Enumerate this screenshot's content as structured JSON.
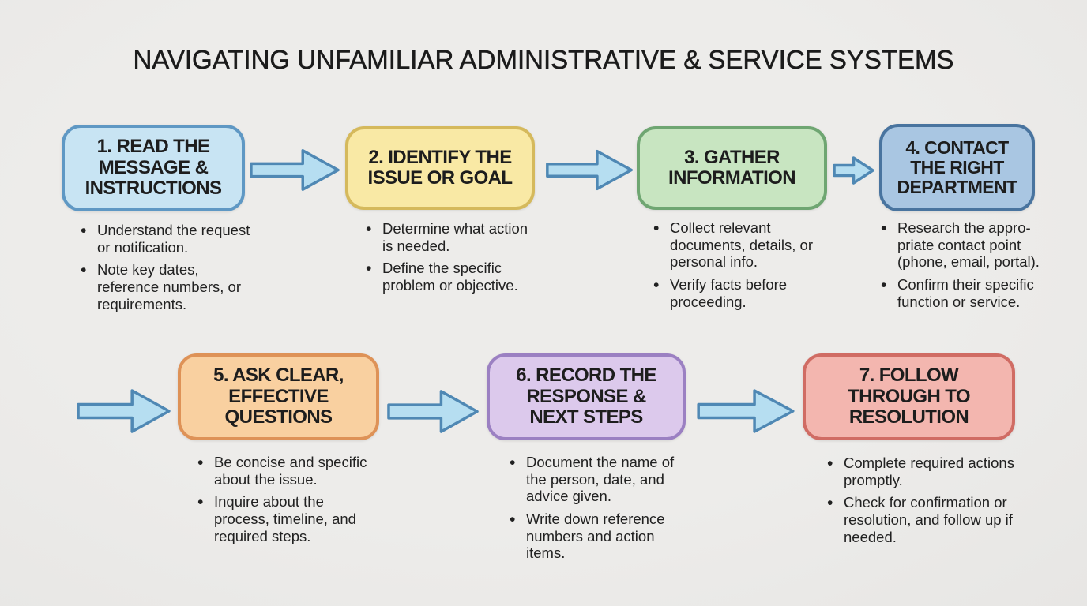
{
  "title": "NAVIGATING UNFAMILIAR ADMINISTRATIVE & SERVICE SYSTEMS",
  "palette": {
    "page_bg": "#e7e6e4",
    "panel_bg": "#edecea",
    "title_color": "#1b1b1b",
    "text_color": "#212121",
    "arrow_fill": "#b6def1",
    "arrow_stroke": "#4f88b4",
    "box1_fill": "#c8e4f3",
    "box1_border": "#5f98c4",
    "box2_fill": "#f9e9a5",
    "box2_border": "#d5b95c",
    "box3_fill": "#c8e5c1",
    "box3_border": "#6fa672",
    "box4_fill": "#a9c6e2",
    "box4_border": "#49749f",
    "box5_fill": "#f9d0a0",
    "box5_border": "#de9257",
    "box6_fill": "#dcc9ec",
    "box6_border": "#9b80c2",
    "box7_fill": "#f3b6af",
    "box7_border": "#d06c64"
  },
  "steps": [
    {
      "number": "1",
      "heading_lines": [
        "1. READ THE",
        "MESSAGE &",
        "INSTRUCTIONS"
      ],
      "bullets": [
        [
          "Understand the request",
          "or notification."
        ],
        [
          "Note key dates,",
          "reference numbers, or",
          "requirements."
        ]
      ]
    },
    {
      "number": "2",
      "heading_lines": [
        "2. IDENTIFY THE",
        "ISSUE OR GOAL"
      ],
      "bullets": [
        [
          "Determine what action",
          "is needed."
        ],
        [
          "Define the specific",
          "problem or objective."
        ]
      ]
    },
    {
      "number": "3",
      "heading_lines": [
        "3. GATHER",
        "INFORMATION"
      ],
      "bullets": [
        [
          "Collect relevant",
          "documents, details, or",
          "personal info."
        ],
        [
          "Verify facts before",
          "proceeding."
        ]
      ]
    },
    {
      "number": "4",
      "heading_lines": [
        "4. CONTACT",
        "THE RIGHT",
        "DEPARTMENT"
      ],
      "bullets": [
        [
          "Research the appro-",
          "priate contact point",
          "(phone, email, portal)."
        ],
        [
          "Confirm their specific",
          "function or service."
        ]
      ]
    },
    {
      "number": "5",
      "heading_lines": [
        "5. ASK CLEAR,",
        "EFFECTIVE",
        "QUESTIONS"
      ],
      "bullets": [
        [
          "Be concise and specific",
          "about the issue."
        ],
        [
          "Inquire about the",
          "process, timeline, and",
          "required steps."
        ]
      ]
    },
    {
      "number": "6",
      "heading_lines": [
        "6. RECORD THE",
        "RESPONSE &",
        "NEXT STEPS"
      ],
      "bullets": [
        [
          "Document the name of",
          "the person, date, and",
          "advice given."
        ],
        [
          "Write down reference",
          "numbers and action",
          "items."
        ]
      ]
    },
    {
      "number": "7",
      "heading_lines": [
        "7. FOLLOW",
        "THROUGH TO",
        "RESOLUTION"
      ],
      "bullets": [
        [
          "Complete required actions",
          "promptly."
        ],
        [
          "Check for confirmation or",
          "resolution, and follow up if",
          "needed."
        ]
      ]
    }
  ]
}
